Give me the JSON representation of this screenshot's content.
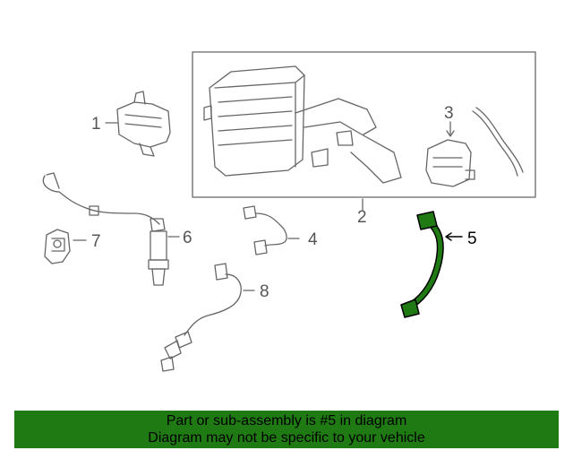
{
  "diagram": {
    "callouts": {
      "part_1": "1",
      "part_2": "2",
      "part_3": "3",
      "part_4": "4",
      "part_5": "5",
      "part_6": "6",
      "part_7": "7",
      "part_8": "8"
    },
    "highlighted_part": "5",
    "colors": {
      "highlight": "#1f7a14",
      "line_art": "#666666",
      "banner_bg": "#1f7a14"
    }
  },
  "banner": {
    "line1": "Part or sub-assembly is #5 in diagram",
    "line2": "Diagram may not be specific to your vehicle"
  }
}
